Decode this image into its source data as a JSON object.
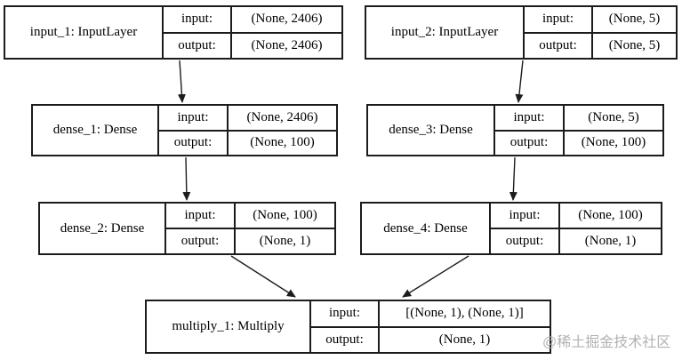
{
  "diagram_type": "keras-model-architecture",
  "colors": {
    "background": "#ffffff",
    "line": "#1c1c1c",
    "text": "#000000",
    "watermark": "#b2b2b2"
  },
  "nodes": [
    {
      "id": "input_1",
      "label": "input_1: InputLayer",
      "input_label": "input:",
      "output_label": "output:",
      "input_shape": "(None, 2406)",
      "output_shape": "(None, 2406)"
    },
    {
      "id": "input_2",
      "label": "input_2: InputLayer",
      "input_label": "input:",
      "output_label": "output:",
      "input_shape": "(None, 5)",
      "output_shape": "(None, 5)"
    },
    {
      "id": "dense_1",
      "label": "dense_1: Dense",
      "input_label": "input:",
      "output_label": "output:",
      "input_shape": "(None, 2406)",
      "output_shape": "(None, 100)"
    },
    {
      "id": "dense_3",
      "label": "dense_3: Dense",
      "input_label": "input:",
      "output_label": "output:",
      "input_shape": "(None, 5)",
      "output_shape": "(None, 100)"
    },
    {
      "id": "dense_2",
      "label": "dense_2: Dense",
      "input_label": "input:",
      "output_label": "output:",
      "input_shape": "(None, 100)",
      "output_shape": "(None, 1)"
    },
    {
      "id": "dense_4",
      "label": "dense_4: Dense",
      "input_label": "input:",
      "output_label": "output:",
      "input_shape": "(None, 100)",
      "output_shape": "(None, 1)"
    },
    {
      "id": "multiply_1",
      "label": "multiply_1: Multiply",
      "input_label": "input:",
      "output_label": "output:",
      "input_shape": "[(None, 1), (None, 1)]",
      "output_shape": "(None, 1)"
    }
  ],
  "edges": [
    {
      "from": "input_1",
      "to": "dense_1"
    },
    {
      "from": "input_2",
      "to": "dense_3"
    },
    {
      "from": "dense_1",
      "to": "dense_2"
    },
    {
      "from": "dense_3",
      "to": "dense_4"
    },
    {
      "from": "dense_2",
      "to": "multiply_1"
    },
    {
      "from": "dense_4",
      "to": "multiply_1"
    }
  ],
  "watermark": "@稀土掘金技术社区"
}
